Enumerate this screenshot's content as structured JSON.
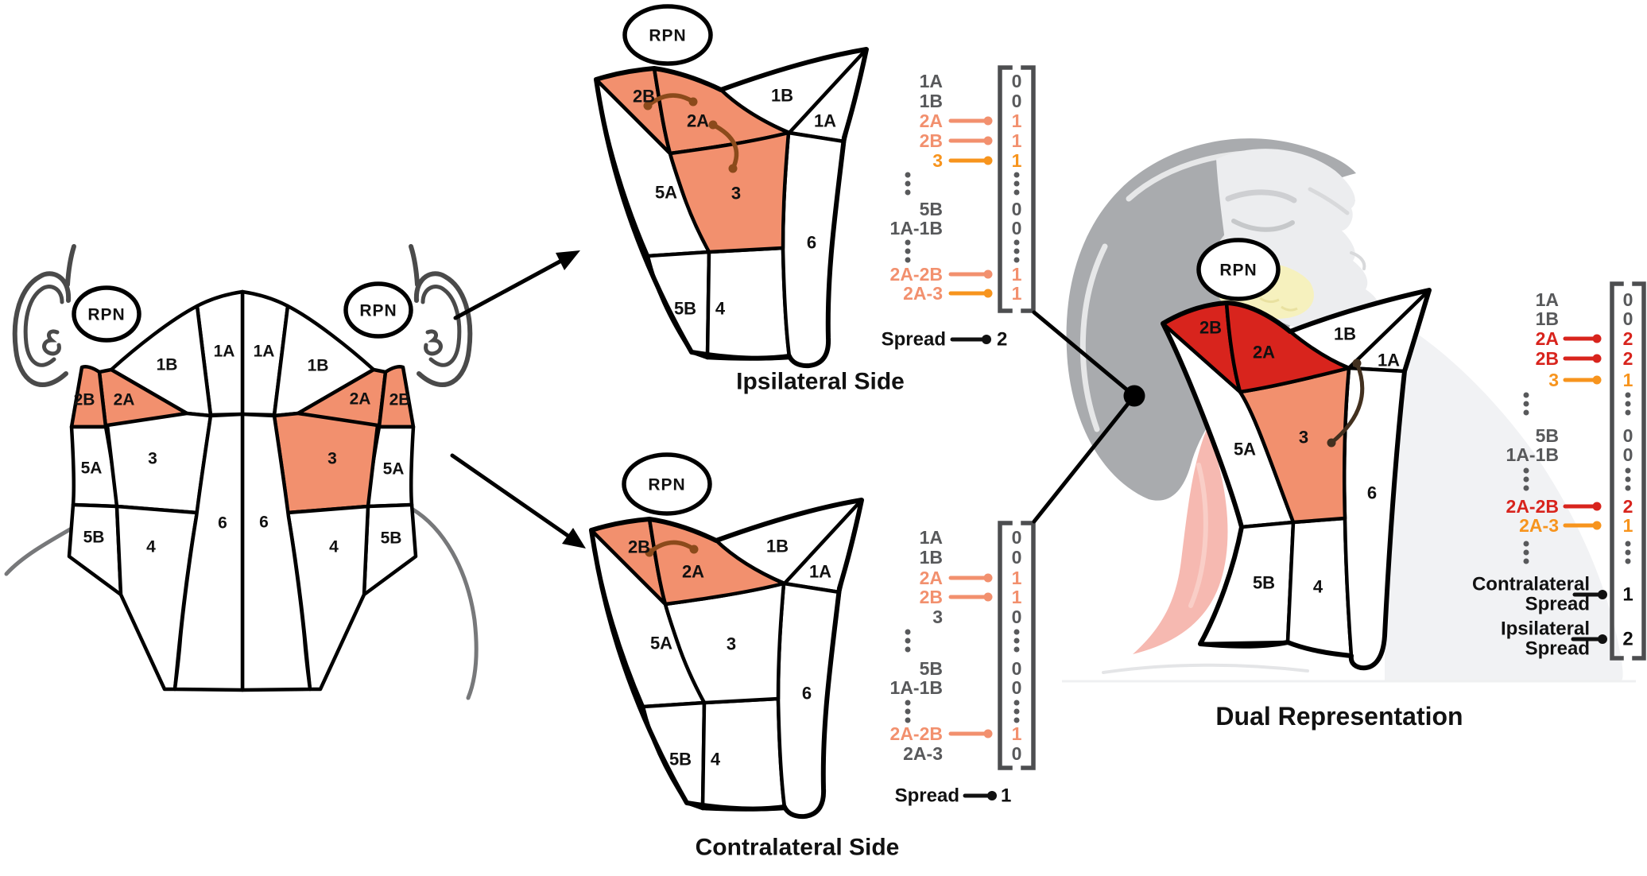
{
  "colors": {
    "salmon": "#F2906E",
    "orange": "#F7941D",
    "red": "#D8241D",
    "gray": "#58595B",
    "black": "#111111",
    "bracket": "#4D4E50",
    "arc_brown": "#8B4A1B",
    "arc_dark": "#42301F"
  },
  "frontal": {
    "rpn_left": "RPN",
    "rpn_right": "RPN",
    "left": {
      "r1A": "1A",
      "r1B": "1B",
      "r2A": "2A",
      "r2B": "2B",
      "r3": "3",
      "r4": "4",
      "r5A": "5A",
      "r5B": "5B",
      "r6": "6"
    },
    "right": {
      "r1A": "1A",
      "r1B": "1B",
      "r2A": "2A",
      "r2B": "2B",
      "r3": "3",
      "r4": "4",
      "r5A": "5A",
      "r5B": "5B",
      "r6": "6"
    }
  },
  "ipsilateral": {
    "title": "Ipsilateral Side",
    "rpn": "RPN",
    "regions": {
      "r1A": "1A",
      "r1B": "1B",
      "r2A": "2A",
      "r2B": "2B",
      "r3": "3",
      "r4": "4",
      "r5A": "5A",
      "r5B": "5B",
      "r6": "6"
    },
    "vector": {
      "rows": [
        {
          "label": "1A",
          "value": "0",
          "color": "#58595B"
        },
        {
          "label": "1B",
          "value": "0",
          "color": "#58595B"
        },
        {
          "label": "2A",
          "value": "1",
          "color": "#F2906E",
          "arrow": "#F2906E"
        },
        {
          "label": "2B",
          "value": "1",
          "color": "#F2906E",
          "arrow": "#F2906E"
        },
        {
          "label": "3",
          "value": "1",
          "color": "#F7941D",
          "arrow": "#F7941D"
        },
        {
          "label": "5B",
          "value": "0",
          "color": "#58595B"
        },
        {
          "label": "1A-1B",
          "value": "0",
          "color": "#58595B"
        },
        {
          "label": "2A-2B",
          "value": "1",
          "color": "#F2906E",
          "arrow": "#F2906E"
        },
        {
          "label": "2A-3",
          "value": "1",
          "color": "#F2906E",
          "arrow": "#F7941D"
        }
      ],
      "spread_label": "Spread",
      "spread_value": "2"
    }
  },
  "contralateral": {
    "title": "Contralateral Side",
    "rpn": "RPN",
    "regions": {
      "r1A": "1A",
      "r1B": "1B",
      "r2A": "2A",
      "r2B": "2B",
      "r3": "3",
      "r4": "4",
      "r5A": "5A",
      "r5B": "5B",
      "r6": "6"
    },
    "vector": {
      "rows": [
        {
          "label": "1A",
          "value": "0",
          "color": "#58595B"
        },
        {
          "label": "1B",
          "value": "0",
          "color": "#58595B"
        },
        {
          "label": "2A",
          "value": "1",
          "color": "#F2906E",
          "arrow": "#F2906E"
        },
        {
          "label": "2B",
          "value": "1",
          "color": "#F2906E",
          "arrow": "#F2906E"
        },
        {
          "label": "3",
          "value": "0",
          "color": "#58595B"
        },
        {
          "label": "5B",
          "value": "0",
          "color": "#58595B"
        },
        {
          "label": "1A-1B",
          "value": "0",
          "color": "#58595B"
        },
        {
          "label": "2A-2B",
          "value": "1",
          "color": "#F2906E",
          "arrow": "#F2906E"
        },
        {
          "label": "2A-3",
          "value": "0",
          "color": "#58595B"
        }
      ],
      "spread_label": "Spread",
      "spread_value": "1"
    }
  },
  "dual": {
    "title": "Dual Representation",
    "rpn": "RPN",
    "regions": {
      "r1A": "1A",
      "r1B": "1B",
      "r2A": "2A",
      "r2B": "2B",
      "r3": "3",
      "r4": "4",
      "r5A": "5A",
      "r5B": "5B",
      "r6": "6"
    },
    "vector": {
      "rows": [
        {
          "label": "1A",
          "value": "0",
          "color": "#58595B"
        },
        {
          "label": "1B",
          "value": "0",
          "color": "#58595B"
        },
        {
          "label": "2A",
          "value": "2",
          "color": "#D8241D",
          "arrow": "#D8241D"
        },
        {
          "label": "2B",
          "value": "2",
          "color": "#D8241D",
          "arrow": "#D8241D"
        },
        {
          "label": "3",
          "value": "1",
          "color": "#F7941D",
          "arrow": "#F7941D"
        },
        {
          "label": "5B",
          "value": "0",
          "color": "#58595B"
        },
        {
          "label": "1A-1B",
          "value": "0",
          "color": "#58595B"
        },
        {
          "label": "2A-2B",
          "value": "2",
          "color": "#D8241D",
          "arrow": "#D8241D"
        },
        {
          "label": "2A-3",
          "value": "1",
          "color": "#F7941D",
          "arrow": "#F7941D"
        }
      ],
      "contralateral_spread": {
        "line1": "Contralateral",
        "line2": "Spread",
        "value": "1"
      },
      "ipsilateral_spread": {
        "line1": "Ipsilateral",
        "line2": "Spread",
        "value": "2"
      }
    }
  }
}
